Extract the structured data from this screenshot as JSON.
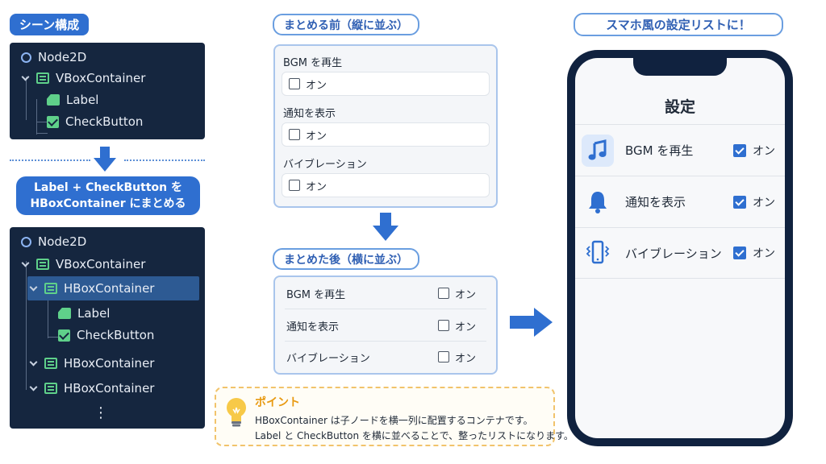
{
  "left": {
    "scene_title": "シーン構成",
    "tree_before": {
      "root": "Node2D",
      "vbox": "VBoxContainer",
      "label": "Label",
      "checkbutton": "CheckButton"
    },
    "action_line1": "Label + CheckButton を",
    "action_line2": "HBoxContainer にまとめる",
    "tree_after": {
      "root": "Node2D",
      "vbox": "VBoxContainer",
      "hbox1": "HBoxContainer",
      "label": "Label",
      "checkbutton": "CheckButton",
      "hbox2": "HBoxContainer",
      "hbox3": "HBoxContainer",
      "more": "⋮"
    }
  },
  "middle": {
    "before_title": "まとめる前（縦に並ぶ）",
    "after_title": "まとめた後（横に並ぶ）",
    "items": [
      "BGM を再生",
      "通知を表示",
      "バイブレーション"
    ],
    "check_label": "オン"
  },
  "point": {
    "title": "ポイント",
    "line1": "HBoxContainer は子ノードを横一列に配置するコンテナです。",
    "line2": "Label と CheckButton を横に並べることで、整ったリストになります。"
  },
  "right": {
    "title": "スマホ風の設定リストに！",
    "phone_title": "設定",
    "rows": [
      {
        "label": "BGM を再生",
        "icon": "music-note-icon",
        "check": "オン"
      },
      {
        "label": "通知を表示",
        "icon": "bell-icon",
        "check": "オン"
      },
      {
        "label": "バイブレーション",
        "icon": "vibration-icon",
        "check": "オン"
      }
    ]
  },
  "colors": {
    "accent": "#2f6fd0",
    "tree_bg": "#15263f",
    "node_green": "#5fd08a",
    "point_orange": "#e89a12"
  }
}
